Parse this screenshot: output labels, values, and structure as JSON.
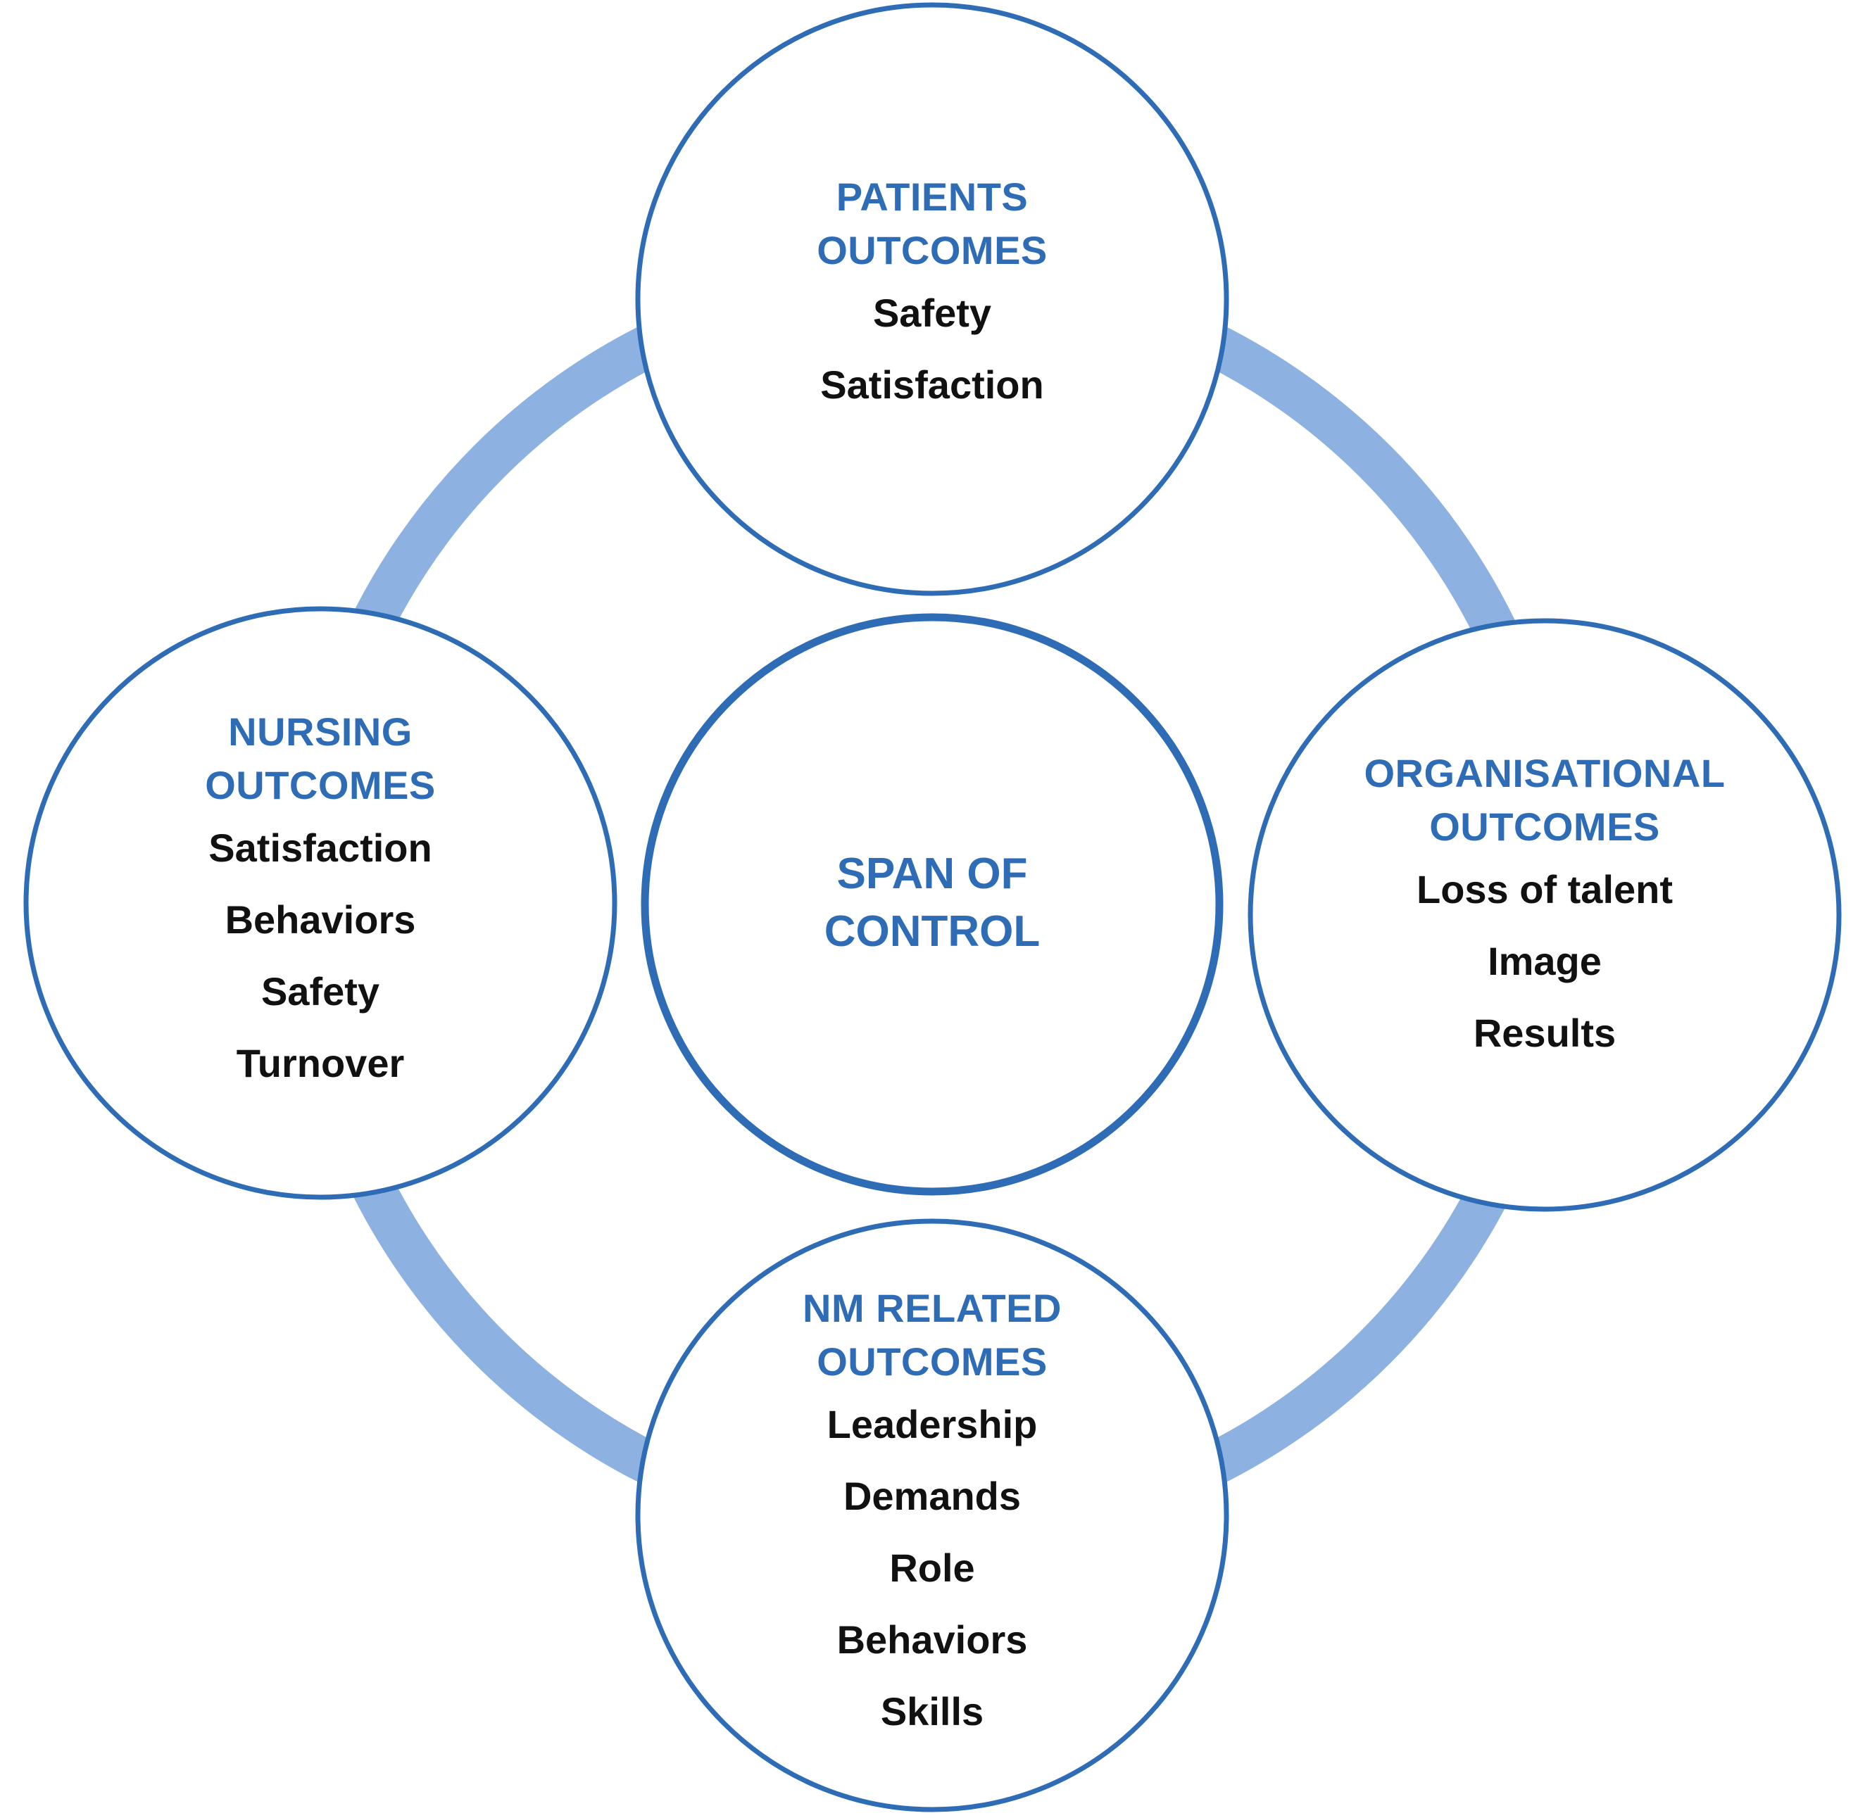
{
  "diagram": {
    "colors": {
      "ring": "#8db2e1",
      "circle_stroke": "#2e6cb5",
      "title_text": "#2e6cb5",
      "item_text": "#111111"
    },
    "center": {
      "title": [
        "SPAN OF",
        "CONTROL"
      ]
    },
    "top": {
      "title": [
        "PATIENTS",
        "OUTCOMES"
      ],
      "items": [
        "Safety",
        "Satisfaction"
      ]
    },
    "left": {
      "title": [
        "NURSING",
        "OUTCOMES"
      ],
      "items": [
        "Satisfaction",
        "Behaviors",
        "Safety",
        "Turnover"
      ]
    },
    "right": {
      "title": [
        "ORGANISATIONAL",
        "OUTCOMES"
      ],
      "items": [
        "Loss of talent",
        "Image",
        "Results"
      ]
    },
    "bottom": {
      "title": [
        "NM RELATED",
        "OUTCOMES"
      ],
      "items": [
        "Leadership",
        "Demands",
        "Role",
        "Behaviors",
        "Skills"
      ]
    }
  }
}
